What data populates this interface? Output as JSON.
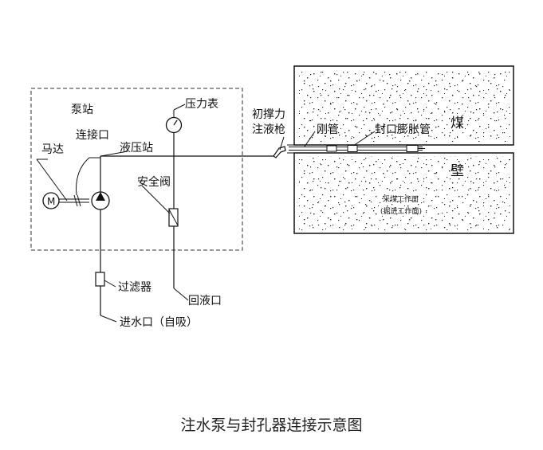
{
  "labels": {
    "pump_station": "泵站",
    "pressure_gauge": "压力表",
    "connection_port": "连接口",
    "motor": "马达",
    "hydraulic_station": "液压站",
    "safety_valve": "安全阀",
    "initial_force_gun_line1": "初撑力",
    "initial_force_gun_line2": "注液枪",
    "rigid_pipe": "刚管",
    "seal_packer": "封口膨胀管",
    "coal_char1": "煤",
    "coal_char2": "壁",
    "mining_face": "采煤工作面",
    "driving_face": "(掘进工作面)",
    "filter": "过滤器",
    "return_port": "回液口",
    "inlet_port": "进水口（自吸）",
    "motor_symbol": "M"
  },
  "caption": "注水泵与封孔器连接示意图"
}
